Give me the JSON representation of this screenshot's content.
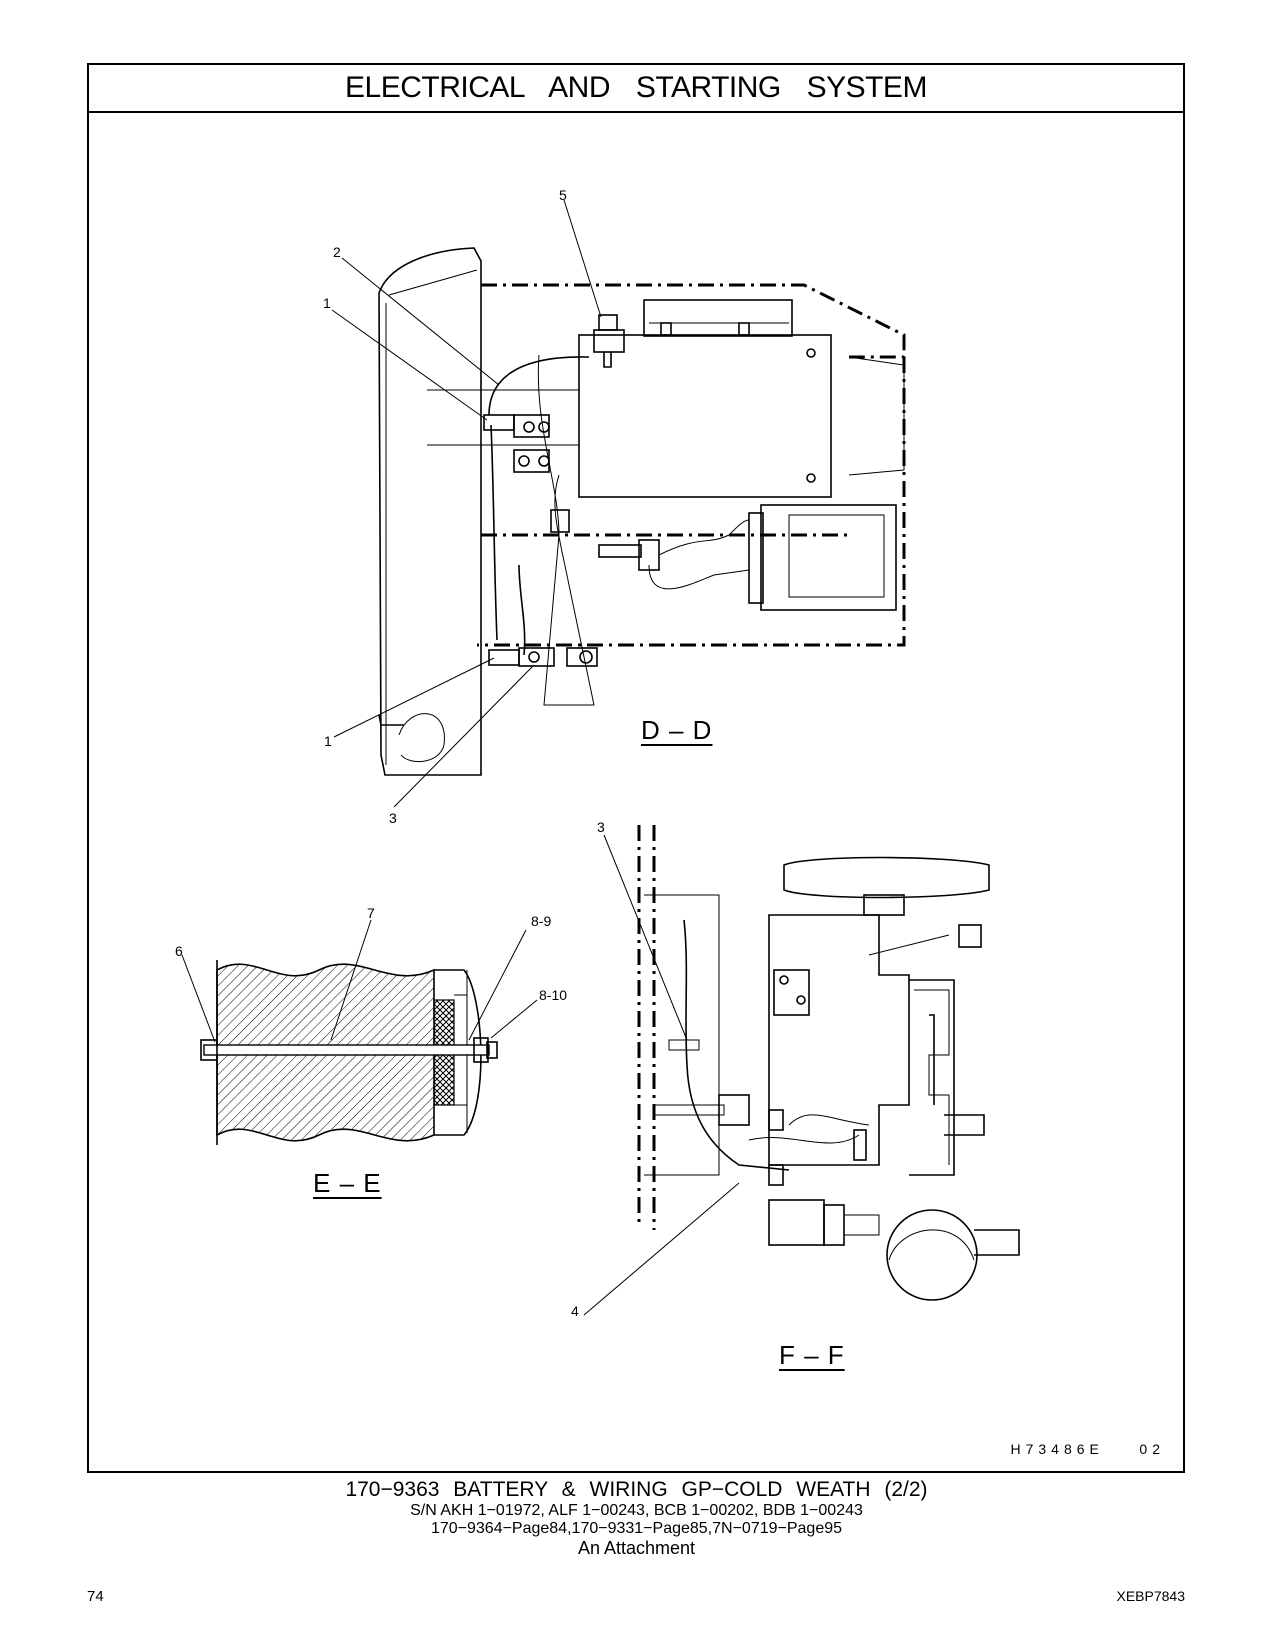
{
  "header": {
    "title": "ELECTRICAL AND STARTING SYSTEM"
  },
  "callouts": {
    "dd_5": "5",
    "dd_2": "2",
    "dd_1_top": "1",
    "dd_1_bottom": "1",
    "dd_3": "3",
    "ff_3": "3",
    "ee_7": "7",
    "ee_6": "6",
    "ee_8_9": "8-9",
    "ee_8_10": "8-10",
    "ff_4": "4"
  },
  "views": {
    "dd": "D – D",
    "ee": "E – E",
    "ff": "F – F"
  },
  "drawing_id": "H73486E    02",
  "caption": {
    "line1": "170−9363 BATTERY & WIRING GP−COLD WEATH (2/2)",
    "line2": "S/N AKH 1−01972, ALF 1−00243, BCB 1−00202, BDB 1−00243",
    "line3": "170−9364−Page84,170−9331−Page85,7N−0719−Page95",
    "line4": "An Attachment"
  },
  "footer": {
    "page_number": "74",
    "doc_number": "XEBP7843"
  }
}
